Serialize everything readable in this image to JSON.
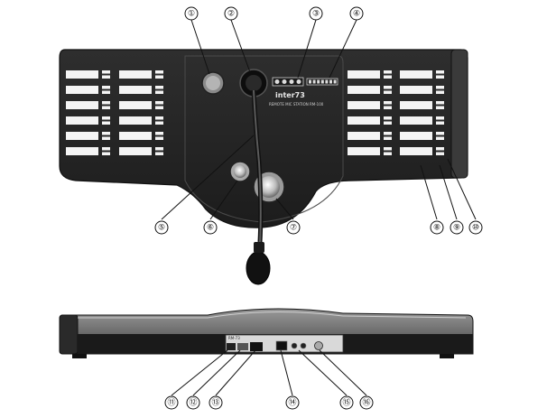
{
  "device": {
    "brand": "inter73",
    "model_text": "REMOTE MIC STATION RM-100",
    "rear_label": "RM-73"
  },
  "callouts": [
    {
      "id": 1,
      "label": "①"
    },
    {
      "id": 2,
      "label": "②"
    },
    {
      "id": 3,
      "label": "③"
    },
    {
      "id": 4,
      "label": "④"
    },
    {
      "id": 5,
      "label": "⑤"
    },
    {
      "id": 6,
      "label": "⑥"
    },
    {
      "id": 7,
      "label": "⑦"
    },
    {
      "id": 8,
      "label": "⑧"
    },
    {
      "id": 9,
      "label": "⑨"
    },
    {
      "id": 10,
      "label": "⑩"
    },
    {
      "id": 11,
      "label": "⑪"
    },
    {
      "id": 12,
      "label": "⑫"
    },
    {
      "id": 13,
      "label": "⑬"
    },
    {
      "id": 14,
      "label": "⑭"
    },
    {
      "id": 15,
      "label": "⑮"
    },
    {
      "id": 16,
      "label": "⑯"
    }
  ]
}
